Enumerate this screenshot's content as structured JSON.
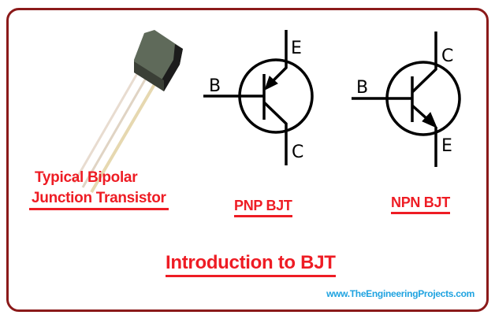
{
  "captions": {
    "transistor_line1": "Typical Bipolar",
    "transistor_line2": "Junction Transistor",
    "pnp": "PNP BJT",
    "npn": "NPN BJT",
    "title": "Introduction to BJT"
  },
  "pnp_labels": {
    "b": "B",
    "e": "E",
    "c": "C"
  },
  "npn_labels": {
    "b": "B",
    "e": "E",
    "c": "C"
  },
  "website": "www.TheEngineeringProjects.com",
  "colors": {
    "accent": "#ee1c24",
    "frame": "#8b1a1a",
    "link": "#1fa3e0"
  }
}
